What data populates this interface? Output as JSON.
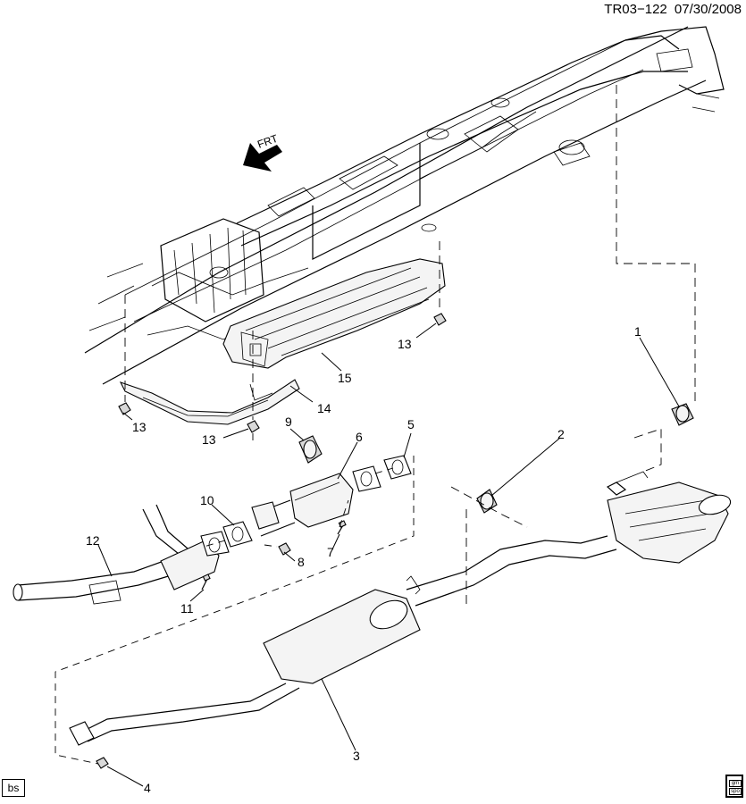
{
  "header": {
    "code": "TR03−122",
    "date": "07/30/2008"
  },
  "direction_label": "FRT",
  "corner_tag": "bs",
  "logo": {
    "line1": "gm",
    "line2": "spo"
  },
  "callouts": [
    {
      "id": "1",
      "label": "1"
    },
    {
      "id": "2",
      "label": "2"
    },
    {
      "id": "3",
      "label": "3"
    },
    {
      "id": "4",
      "label": "4"
    },
    {
      "id": "5",
      "label": "5"
    },
    {
      "id": "6",
      "label": "6"
    },
    {
      "id": "7",
      "label": "7"
    },
    {
      "id": "8",
      "label": "8"
    },
    {
      "id": "9",
      "label": "9"
    },
    {
      "id": "10",
      "label": "10"
    },
    {
      "id": "11",
      "label": "11"
    },
    {
      "id": "12",
      "label": "12"
    },
    {
      "id": "13a",
      "label": "13"
    },
    {
      "id": "13b",
      "label": "13"
    },
    {
      "id": "13c",
      "label": "13"
    },
    {
      "id": "14",
      "label": "14"
    },
    {
      "id": "15",
      "label": "15"
    }
  ]
}
